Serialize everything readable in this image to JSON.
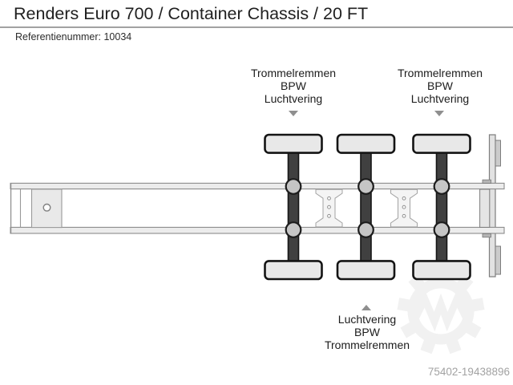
{
  "header": {
    "title": "Renders Euro 700 / Container Chassis / 20 FT",
    "reference": "Referentienummer: 10034"
  },
  "labels": {
    "axle_front_top": {
      "lines": [
        "Trommelremmen",
        "BPW",
        "Luchtvering"
      ]
    },
    "axle_rear_top": {
      "lines": [
        "Trommelremmen",
        "BPW",
        "Luchtvering"
      ]
    },
    "axle_bottom": {
      "lines": [
        "Luchtvering",
        "BPW",
        "Trommelremmen"
      ]
    }
  },
  "watermark": {
    "id_number": "75402-19438896"
  },
  "diagram": {
    "type": "top-view trailer chassis schematic, 3 axles",
    "axle_count": 3
  },
  "colors": {
    "axle_dark": "#404040",
    "wheel_light": "#e8e8e8",
    "airbag_gray": "#c5c5c5",
    "rail_light": "#ececec",
    "outline_gray": "#8c8c8c",
    "arrow_gray": "#8f8f8f",
    "rule_gray": "#a2a2a2",
    "watermark_gray": "#f1f1f1",
    "id_text_gray": "#a2a2a2",
    "text_dark": "#1c1c1c"
  }
}
